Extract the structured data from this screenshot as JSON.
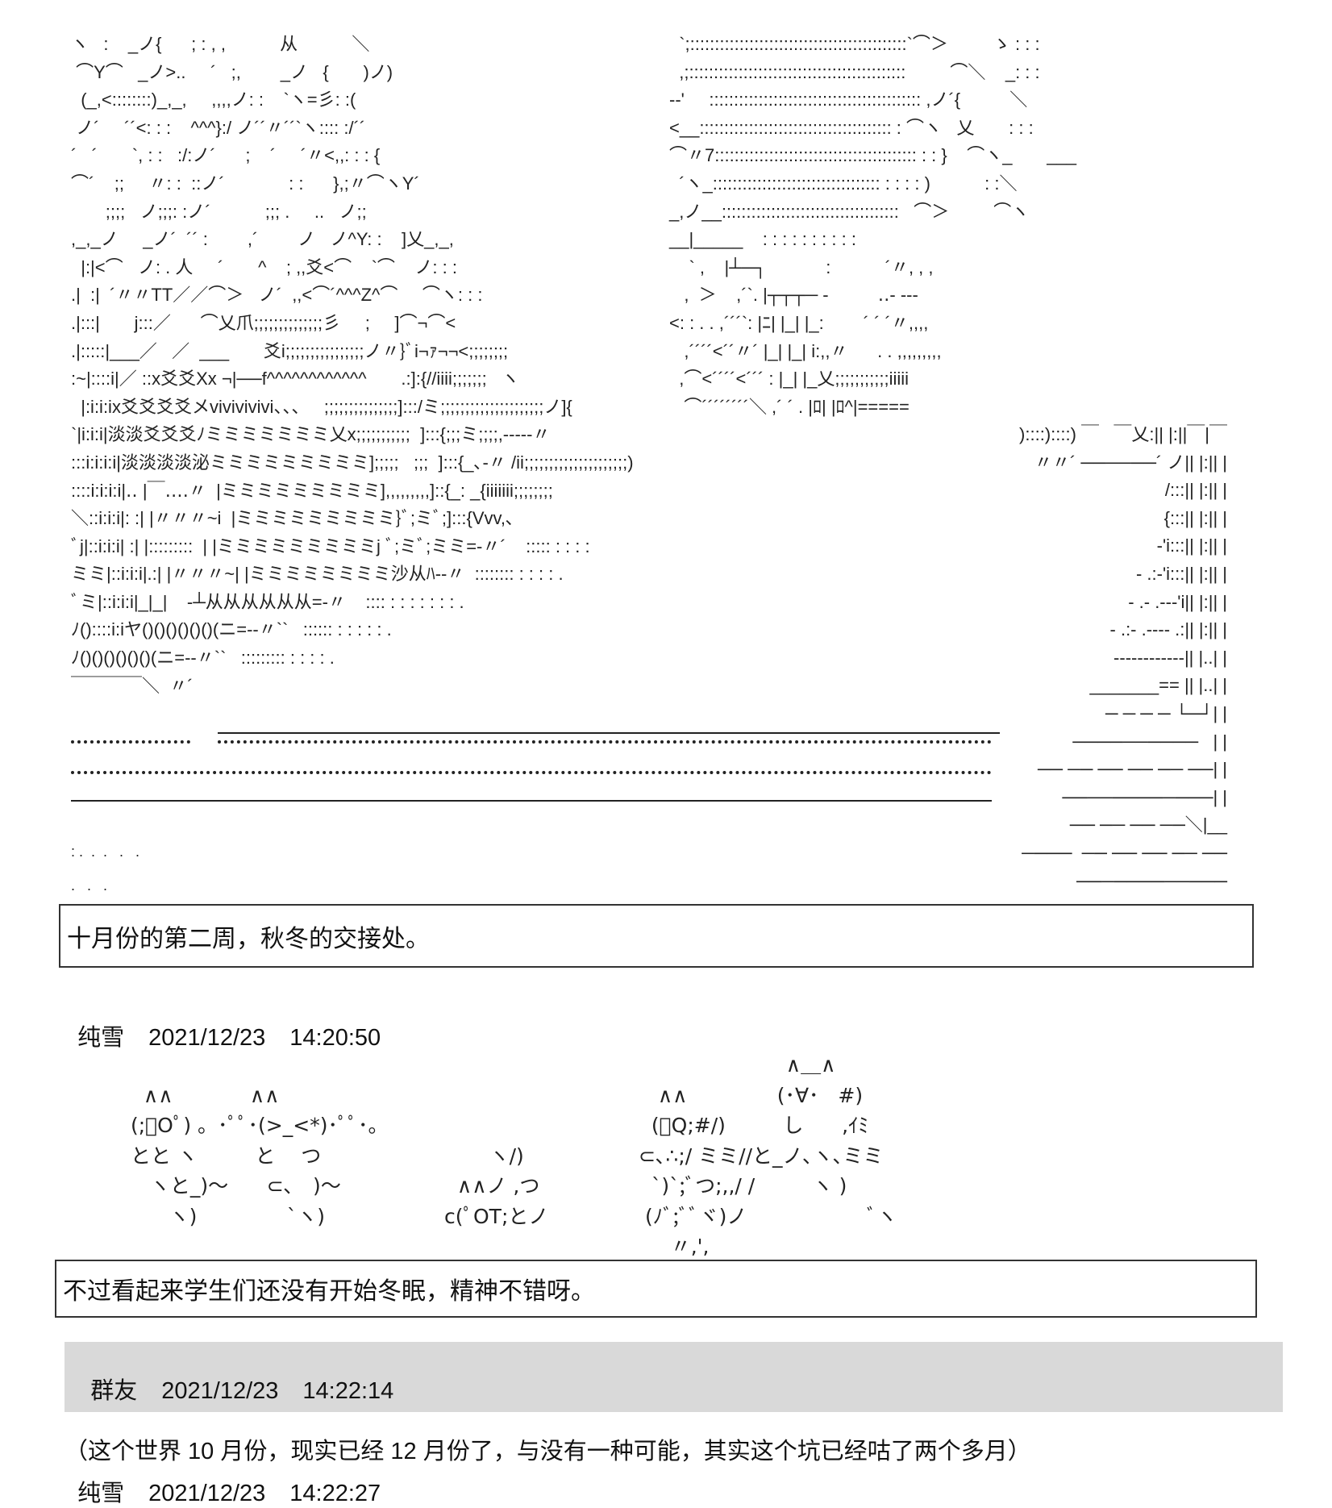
{
  "art": {
    "upper_left": "ヽ   :    _ノ{      ; : , ,           从           ＼\n ⌒Y⌒   _ノ>..     ´   ;,        _ノ   {       )ノ)\n  (_,<::::::::)_,_,     ,,,,ノ: :    `ヽ=彡: :(\n ノ´     ´´<: : :    ^^^}:/ ノ´´〃´´`ヽ:::: :/´´\n´   ´       `, : :   :/:ノ´      ;    ´     ´〃<,,: : : {\n⌒´    ;;     〃: :  ::ノ´             : :      },;〃⌒ヽY´\n       ;;;;   ノ;;;: :ノ´           ;;; .     ..   ノ;;\n,_,_ノ     _ノ´  ´´ :        ,´        ノ   ノ^Y: :    ]乂_,_,\n  |:|<⌒   ノ: . 人     ´       ^    ; ,,爻<⌒    `⌒    ノ: : :\n.|  :|  ´〃〃TT／／⌒＞   ノ´  ,,<⌒´^^^Z^⌒     ⌒ヽ: : :\n.|:::|       j:::／      ⌒乂爪;;;;;;;;;;;;;;彡     ;     ]⌒¬⌒<\n.|:::::|___／   ／  ___       爻i;;;;;;;;;;;;;;;;ノ〃}ﾞi¬ｧ¬¬<;;;;;;;;\n:~|::::i|／ ::x爻爻Xx ¬|──f^^^^^^^^^^^^       .:]:{//iiii;;;;;;;   ヽ\n  |:i:i:ix爻爻爻爻メvivivivivi、、、   ;;;;;;;;;;;;;;;]:::/ミ;;;;;;;;;;;;;;;;;;;;;ノ]{\n`|i:i:i|淡淡爻爻爻ﾉミミミミミミミ乂x;;;;;;;;;;;  ]:::{;;;ミ;;;;,-----〃\n:::i:i:i:i|淡淡淡淡泌ミミミミミミミミミ];;;;;   ;;;  ]:::{_､-〃 /ii;;;;;;;;;;;;;;;;;;;;;)\n::::i:i:i:i|‥ |￣‥‥〃  |ミミミミミミミミミ],,,,,,,,,]::{_: _{iiiiiii;;;;;;;;\n＼::i:i:i|: :| |〃〃〃~i  |ミミミミミミミミミ}ﾞ;ミﾞ;]:::{Vvv,､\nﾞj|::i:i:i| :| |:::::::::  | |ミミミミミミミミミj ﾞ;ミﾞ;ミミ=-〃´    ::::: : : : :\nミミ|::i:i:i|.:| |〃〃〃~| |ミミミミミミミミ沙从ﾊ--〃  :::::::: : : : : .\nﾞミ|::i:i:i|_|_|    -┴从从从从从从=-〃    :::: : : : : : : : .\nﾉ()::::i:iヤ()()()()()()(ニ=--〃``   :::::: : : : : : .\nﾉ()()()()()()(ニ=--〃``   ::::::::: : : : : .\n￣￣￣￣＼  〃´",
    "upper_right": "  `;::::::::::::::::::::::::::::::::::::::::::::`⌒＞         ゝ : : :\n  ,;::::::::::::::::::::::::::::::::::::::::::::         ⌒＼    _: : :\n--'     ::::::::::::::::::::::::::::::::::::::::::: ,ノ´{          ＼\n<__::::::::::::::::::::::::::::::::::::::: : ⌒ヽ   乂       : : :\n⌒〃7::::::::::::::::::::::::::::::::::::::::: : : }    ⌒ヽ_       ___\n  ´ヽ_:::::::::::::::::::::::::::::::::: : : : : )           : :＼\n_,ノ__::::::::::::::::::::::::::::::::::::   ⌒＞         ⌒ヽ\n__|_____    : : : : : : : : : :\n    ` ,    |┴─┐            :           ´〃, , ,\n   ,  ＞    ,´`. |┬┬┬─ -          ‥- ---\n<: : . . ,´´´`: |ﾆ| |_| |_:        ´ ´ ´〃,,,,\n   ,´´´´<´´〃´ |_| |_| i:,,〃      . . ,,,,,,,,,\n  ,⌒<´´´´<´´´ : |_| |_乂;;;;;;;;;;;iiiii\n   ⌒´´´´´´´´＼ ,´ ´ . |ﾛ| |ﾛ^|=====",
    "lower_right": ")::::)::::) ￣   ￣乂:|| |:||￣|￣\n〃〃´ ──────´ ノ|| |:|| |\n /:::|| |:|| |\n {:::|| |:|| |\n -'i:::|| |:|| |\n - .:-'i:::|| |:|| |\n - .- .---'i|| |:|| |\n - .:- .---- .:|| |:|| |\n ------------|| |..| |\n _______== || |..| |\n ─ ─ ─ ─ └─┘| |\n ──────────   | |\n ── ── ── ── ── ──| |\n ────────────| |\n ── ── ── ──＼|__\n────  ── ── ── ── ──\n ────────────",
    "bottom_dots": ": .  .  .   .   .\n.   .   ."
  },
  "posts": [
    {
      "type": "narration",
      "text": "十月份的第二周，秋冬的交接处。"
    },
    {
      "type": "header",
      "name": "纯雪",
      "date": "2021/12/23",
      "time": "14:20:50"
    },
    {
      "type": "kaomoji",
      "group1": "\n  ∧∧            ∧∧\n(;ﾟOﾟ) 。･ﾟﾟ･(>_<*)･ﾟﾟ･。\nとと ヽ         と    つ\n   ヽと_)～      ⊂､   )～\n      ヽ)              `ヽ)",
      "group2": "\n\n\n       ヽ/)\n  ∧∧ノ ,つ\nc(ﾟOT;とノ",
      "group3": "                       ∧＿∧\n   ∧∧              (･∀･   #)\n  (ﾟQ;#/)         し      ,ｲﾐ\n⊂､∴;/ ミミ//と_ノ､ヽ､ミミ\n  `)`;ﾞつ;,,/ /         ヽ )\n (ﾉﾞ;ﾞﾞヾ)ノ                   ﾞヽ\n     〃,',"
    },
    {
      "type": "narration",
      "text": "不过看起来学生们还没有开始冬眠，精神不错呀。"
    },
    {
      "type": "comment",
      "name": "群友",
      "date": "2021/12/23",
      "time": "14:22:14",
      "text": "（这个世界 10 月份，现实已经 12 月份了，与没有一种可能，其实这个坑已经咕了两个多月）"
    },
    {
      "type": "header",
      "name": "纯雪",
      "date": "2021/12/23",
      "time": "14:22:27"
    }
  ]
}
